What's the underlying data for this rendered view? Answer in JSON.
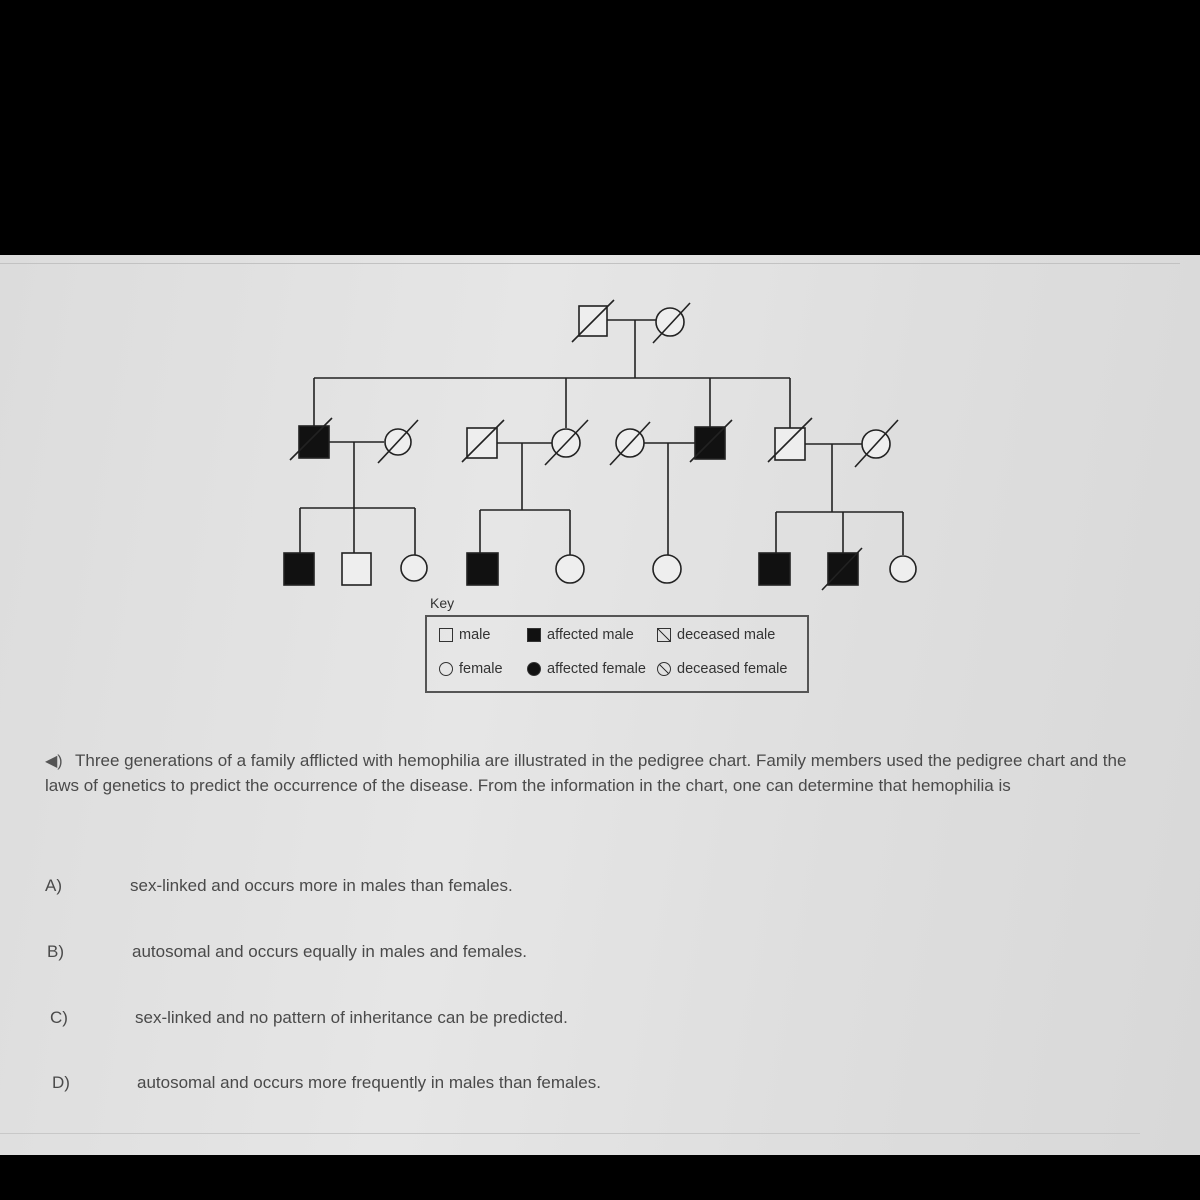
{
  "key": {
    "title": "Key",
    "male": "male",
    "affected_male": "affected male",
    "deceased_male": "deceased male",
    "female": "female",
    "affected_female": "affected female",
    "deceased_female": "deceased female"
  },
  "question": {
    "audio_icon": "speaker-icon",
    "text": "Three generations of a family afflicted with hemophilia are illustrated in the pedigree chart. Family members used the pedigree chart and the laws of genetics to predict the occurrence of the disease. From the information in the chart, one can determine that hemophilia is"
  },
  "options": [
    {
      "letter": "A)",
      "text": "sex-linked and occurs more in males than females."
    },
    {
      "letter": "B)",
      "text": "autosomal and occurs equally in males and females."
    },
    {
      "letter": "C)",
      "text": "sex-linked and no pattern of inheritance can be predicted."
    },
    {
      "letter": "D)",
      "text": "autosomal and occurs more frequently in males than females."
    }
  ]
}
